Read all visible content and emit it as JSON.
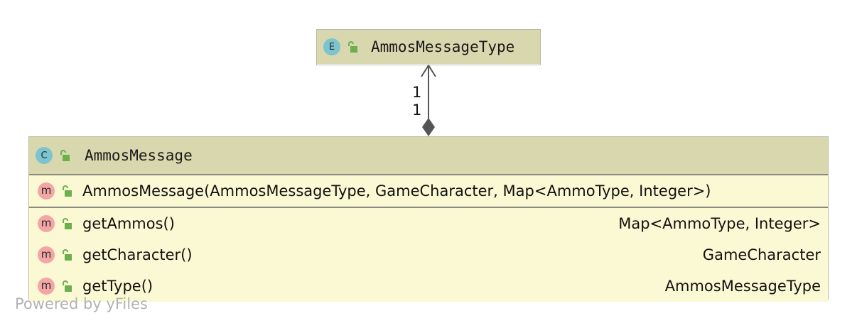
{
  "enum_node": {
    "name": "AmmosMessageType",
    "badge": "E"
  },
  "class_node": {
    "name": "AmmosMessage",
    "badge": "C",
    "constructor": {
      "badge": "m",
      "signature": "AmmosMessage(AmmosMessageType, GameCharacter, Map<AmmoType, Integer>)"
    },
    "methods": [
      {
        "badge": "m",
        "name": "getAmmos()",
        "return_type": "Map<AmmoType, Integer>"
      },
      {
        "badge": "m",
        "name": "getCharacter()",
        "return_type": "GameCharacter"
      },
      {
        "badge": "m",
        "name": "getType()",
        "return_type": "AmmosMessageType"
      }
    ]
  },
  "edge": {
    "source_multiplicity": "1",
    "target_multiplicity": "1",
    "kind": "composition"
  },
  "watermark": "Powered by yFiles",
  "colors": {
    "header_bg": "#d8d7ad",
    "body_bg": "#fbf9d3",
    "class_badge": "#7cc4cf",
    "method_badge": "#f4a6a6",
    "lock_icon": "#6ab04c",
    "edge": "#555555"
  }
}
